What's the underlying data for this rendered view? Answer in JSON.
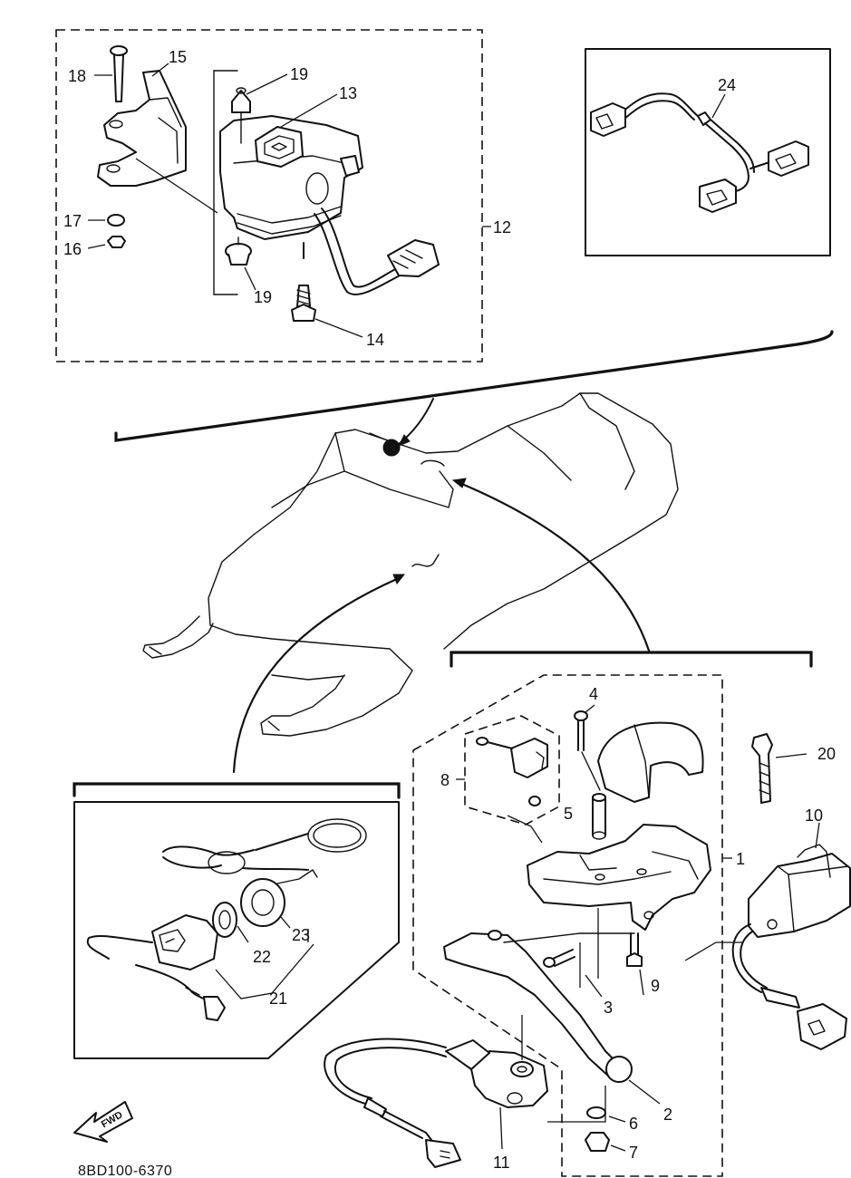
{
  "diagram": {
    "drawing_code": "8BD100-6370",
    "fwd_label": "FWD",
    "callouts": {
      "c1": "1",
      "c2": "2",
      "c3": "3",
      "c4": "4",
      "c5": "5",
      "c6": "6",
      "c7": "7",
      "c8": "8",
      "c9": "9",
      "c10": "10",
      "c11": "11",
      "c12": "12",
      "c13": "13",
      "c14": "14",
      "c15": "15",
      "c16": "16",
      "c17": "17",
      "c18": "18",
      "c19a": "19",
      "c19b": "19",
      "c20": "20",
      "c21": "21",
      "c22": "22",
      "c23": "23",
      "c24": "24"
    }
  }
}
